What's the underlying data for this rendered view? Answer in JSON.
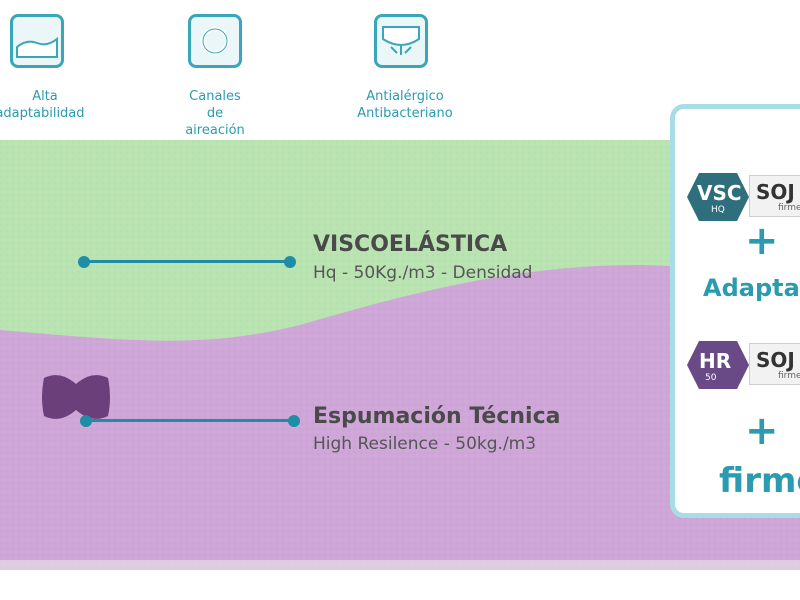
{
  "features": [
    {
      "icon": "wave-comfort-icon",
      "lines": [
        "Alta",
        "adaptabilidad"
      ]
    },
    {
      "icon": "air-channel-icon",
      "lines": [
        "Canales",
        "de",
        "aireación"
      ]
    },
    {
      "icon": "anti-bacterial-icon",
      "lines": [
        "Antialérgico",
        "Antibacteriano"
      ]
    }
  ],
  "layers": [
    {
      "title": "VISCOELÁSTICA",
      "subtitle": "Hq - 50Kg./m3 - Densidad"
    },
    {
      "title": "Espumación Técnica",
      "subtitle": "High Resilence - 50kg./m3"
    }
  ],
  "panel": {
    "badge1": {
      "code": "VSC",
      "sub": "HQ",
      "brand": "SOJ",
      "brand_sub": "firme"
    },
    "plus1": "+",
    "word1": "Adaptab",
    "badge2": {
      "code": "HR",
      "sub": "50",
      "brand": "SOJ",
      "brand_sub": "firme"
    },
    "plus2": "+",
    "word2": "firme"
  },
  "colors": {
    "accent": "#2b9bb0",
    "green_foam": "#b9e3b1",
    "purple_foam": "#cfa6d8",
    "hex_vsc": "#2f6f7d",
    "hex_hr": "#6a4a86"
  }
}
